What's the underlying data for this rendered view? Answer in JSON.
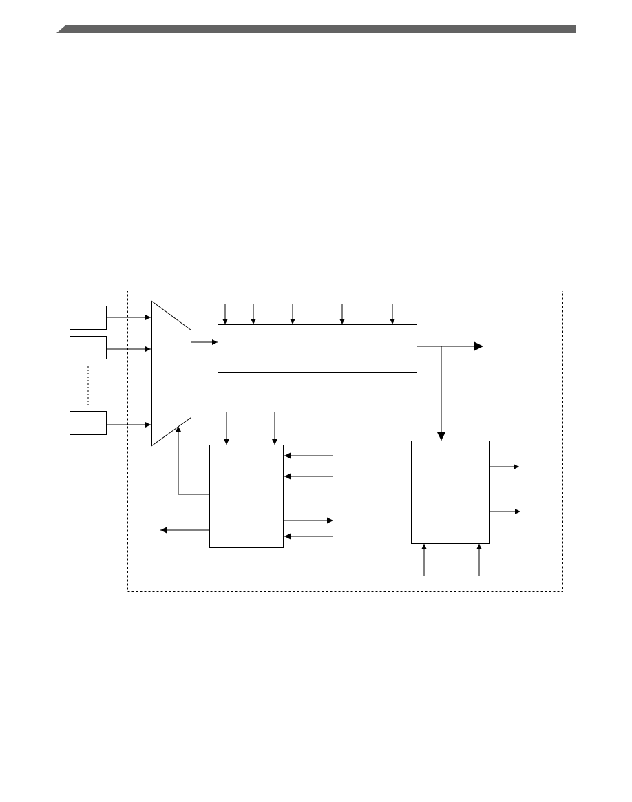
{
  "page": {
    "header_bar_color": "#636363",
    "line_color": "#000000",
    "background": "#ffffff"
  },
  "diagram": {
    "blocks": [
      {
        "id": "input-box-1",
        "label": ""
      },
      {
        "id": "input-box-2",
        "label": ""
      },
      {
        "id": "input-box-n",
        "label": ""
      },
      {
        "id": "input-mux",
        "label": ""
      },
      {
        "id": "conversion-block",
        "label": ""
      },
      {
        "id": "control-block",
        "label": ""
      },
      {
        "id": "output-block",
        "label": ""
      }
    ],
    "boundary": {
      "style": "dashed",
      "label": ""
    }
  }
}
